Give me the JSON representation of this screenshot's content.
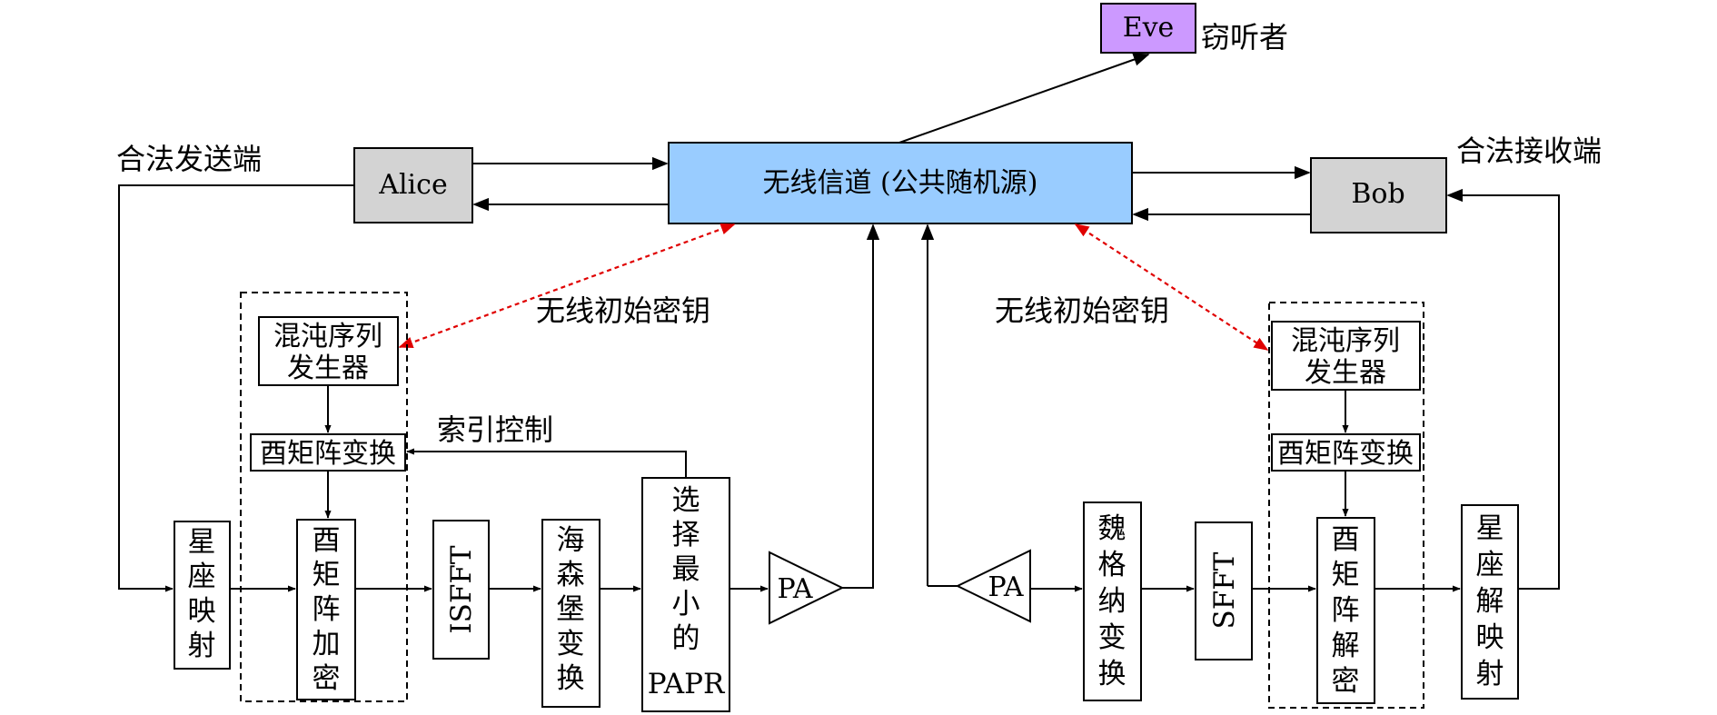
{
  "nodes": {
    "eve": "Eve",
    "eve_role": "窃听者",
    "alice": "Alice",
    "alice_role": "合法发送端",
    "bob": "Bob",
    "bob_role": "合法接收端",
    "channel": "无线信道 (公共随机源)",
    "key_left": "无线初始密钥",
    "key_right": "无线初始密钥",
    "chaos_left": [
      "混沌序列",
      "发生器"
    ],
    "chaos_right": [
      "混沌序列",
      "发生器"
    ],
    "unitary_left": "酉矩阵变换",
    "unitary_right": "酉矩阵变换",
    "index_control": "索引控制",
    "constellation_map": [
      "星",
      "座",
      "映",
      "射"
    ],
    "unitary_encrypt": [
      "酉",
      "矩",
      "阵",
      "加",
      "密"
    ],
    "isfft": "ISFFT",
    "heisenberg": [
      "海",
      "森",
      "堡",
      "变",
      "换"
    ],
    "select_papr": [
      "选",
      "择",
      "最",
      "小",
      "的",
      "PAPR"
    ],
    "pa_left": "PA",
    "pa_right": "PA",
    "weyl": [
      "魏",
      "格",
      "纳",
      "变",
      "换"
    ],
    "sfft": "SFFT",
    "unitary_decrypt": [
      "酉",
      "矩",
      "阵",
      "解",
      "密"
    ],
    "constellation_demap": [
      "星",
      "座",
      "解",
      "映",
      "射"
    ]
  },
  "colors": {
    "eve_fill": "#cc99ff",
    "channel_fill": "#99ccff",
    "party_fill": "#d3d3d3",
    "key_arrow": "#e00000"
  }
}
